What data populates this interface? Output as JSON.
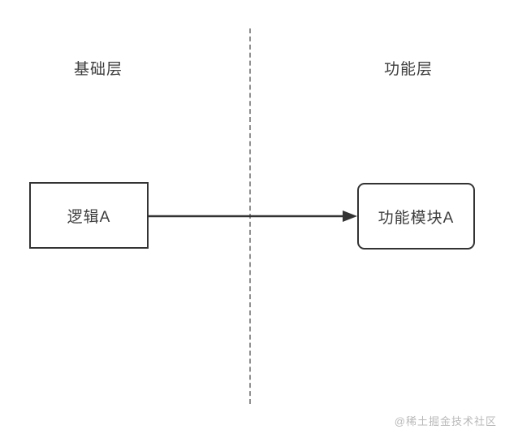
{
  "diagram": {
    "layers": [
      {
        "id": "base",
        "label": "基础层",
        "side": "left"
      },
      {
        "id": "function",
        "label": "功能层",
        "side": "right"
      }
    ],
    "nodes": [
      {
        "id": "logic-a",
        "label": "逻辑A",
        "shape": "rectangle",
        "layer": "基础层"
      },
      {
        "id": "module-a",
        "label": "功能模块A",
        "shape": "rounded-rectangle",
        "layer": "功能层"
      }
    ],
    "edges": [
      {
        "from": "逻辑A",
        "to": "功能模块A",
        "type": "arrow",
        "direction": "right"
      }
    ],
    "divider": {
      "style": "vertical-dashed"
    }
  },
  "watermark": {
    "text": "@稀土掘金技术社区"
  },
  "colors": {
    "background": "#ffffff",
    "node_border": "#333333",
    "text": "#3d3d3d",
    "divider": "#8f8f8f",
    "watermark": "#b9b9b9"
  }
}
